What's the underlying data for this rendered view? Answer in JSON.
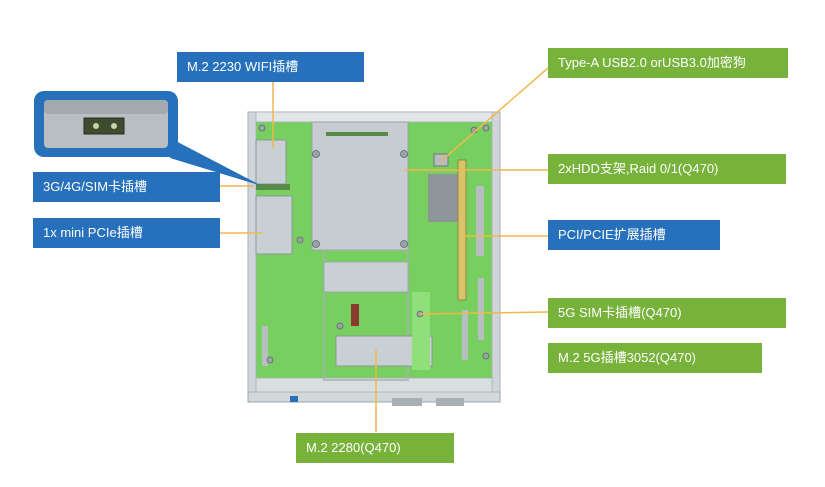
{
  "labels": {
    "wifi": "M.2 2230 WIFI插槽",
    "sim": "3G/4G/SIM卡插槽",
    "minipcie": "1x mini PCIe插槽",
    "usb": "Type-A USB2.0 orUSB3.0加密狗",
    "hdd": "2xHDD支架,Raid 0/1(Q470)",
    "pcie": "PCI/PCIE扩展插槽",
    "sim5g": "5G SIM卡插槽(Q470)",
    "m2_5g": "M.2 5G插槽3052(Q470)",
    "m2_2280": "M.2 2280(Q470)"
  },
  "colors": {
    "blue_label": "#2670bc",
    "green_label": "#77b33a",
    "leader_line": "#f0b84a",
    "board": "#76cf5e",
    "chassis": "#d7dcdf"
  }
}
